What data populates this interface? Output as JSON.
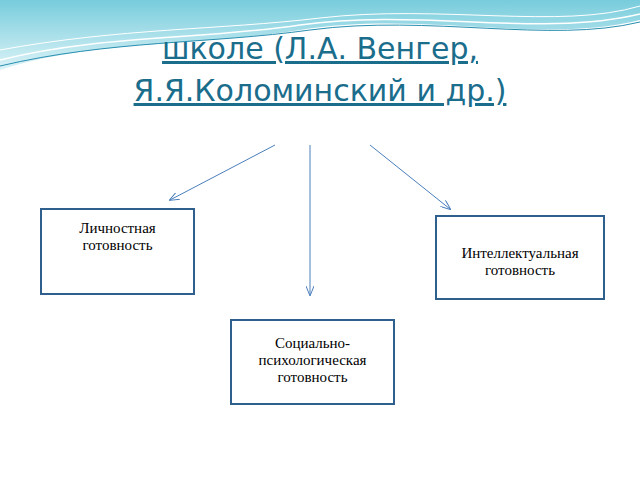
{
  "diagram": {
    "title": "школе (Л.А. Венгер, Я.Я.Коломинский и др.)",
    "nodes": [
      {
        "text": [
          "Личностная готовность"
        ]
      },
      {
        "text": [
          "Интеллектуальная готовность"
        ]
      },
      {
        "text": [
          "Социально-психологическая готовность"
        ]
      }
    ]
  }
}
